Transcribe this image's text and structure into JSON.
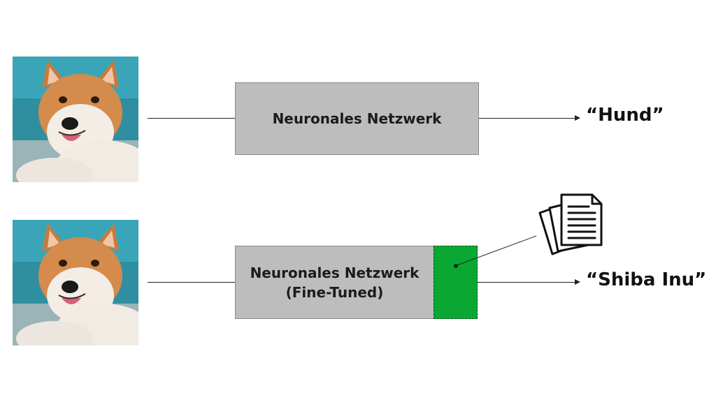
{
  "rows": [
    {
      "input_image": "shiba-inu-dog-photo",
      "network_label_lines": [
        "Neuronales Netzwerk"
      ],
      "output_label": "“Hund”",
      "fine_tuned": false
    },
    {
      "input_image": "shiba-inu-dog-photo",
      "network_label_lines": [
        "Neuronales Netzwerk",
        "(Fine-Tuned)"
      ],
      "output_label": "“Shiba Inu”",
      "fine_tuned": true
    }
  ],
  "adapter": {
    "color": "#0aa833",
    "source_icon": "documents-icon"
  },
  "colors": {
    "box_fill": "#bdbdbd",
    "box_border": "#8a8a8a"
  }
}
